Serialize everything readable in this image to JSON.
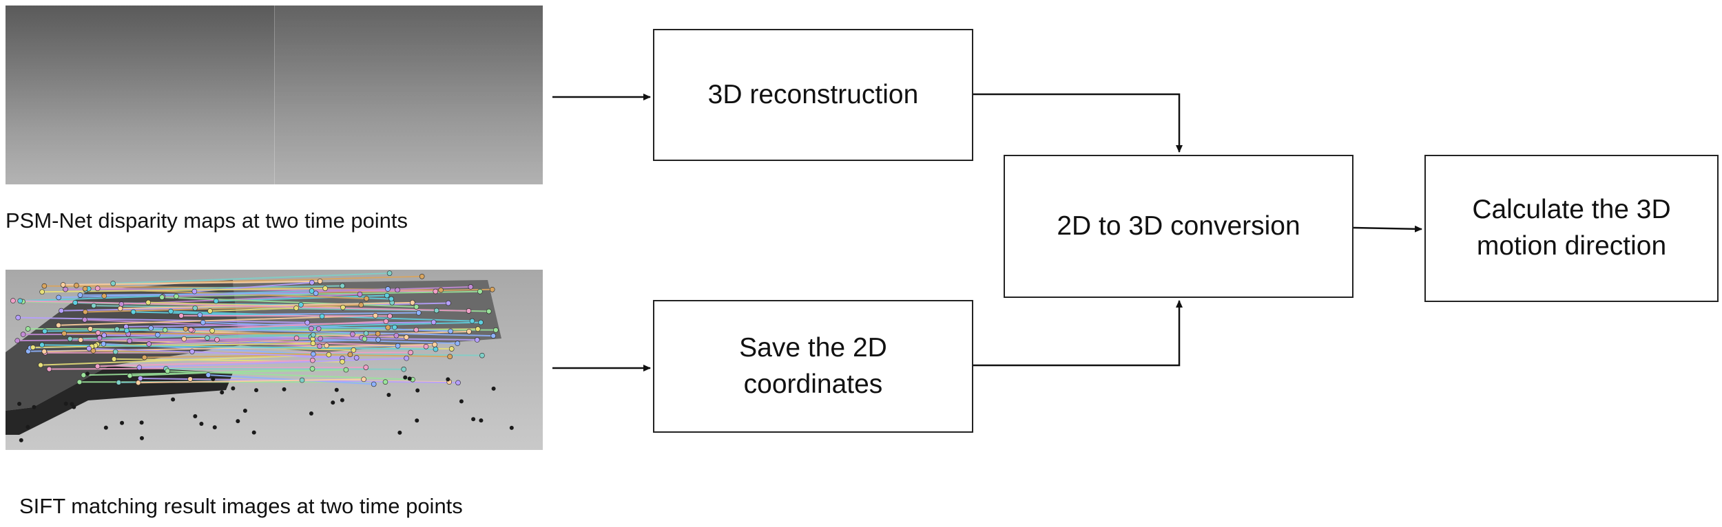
{
  "captions": {
    "disparity": "PSM-Net disparity maps at two time points",
    "sift": "SIFT matching result images at two time points"
  },
  "boxes": {
    "reconstruction": "3D reconstruction",
    "save_line1": "Save the 2D",
    "save_line2": "coordinates",
    "conversion": "2D to 3D conversion",
    "calc_line1": "Calculate the 3D",
    "calc_line2": "motion direction"
  },
  "colors": {
    "box_border": "#222222",
    "arrow": "#111111"
  }
}
